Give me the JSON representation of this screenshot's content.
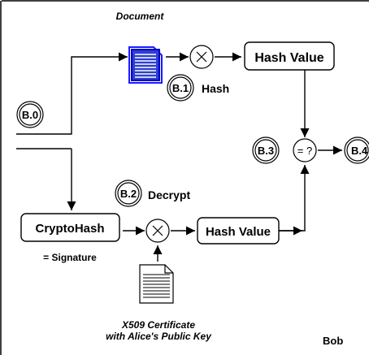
{
  "labels": {
    "document": "Document",
    "hash_value_top": "Hash Value",
    "hash_value_bottom": "Hash Value",
    "crypto_hash": "CryptoHash",
    "signature": "= Signature",
    "hash_step": "Hash",
    "decrypt_step": "Decrypt",
    "compare": "= ?",
    "certificate_line1": "X509 Certificate",
    "certificate_line2": "with Alice's Public Key",
    "bob": "Bob"
  },
  "steps": {
    "b0": "B.0",
    "b1": "B.1",
    "b2": "B.2",
    "b3": "B.3",
    "b4": "B.4"
  },
  "colors": {
    "document_fill": "#2d3fd0",
    "document_border": "#0000cc",
    "stroke": "#000000"
  },
  "icons": {
    "document": "document-icon",
    "certificate": "certificate-document-icon",
    "operator": "circled-times-icon"
  }
}
